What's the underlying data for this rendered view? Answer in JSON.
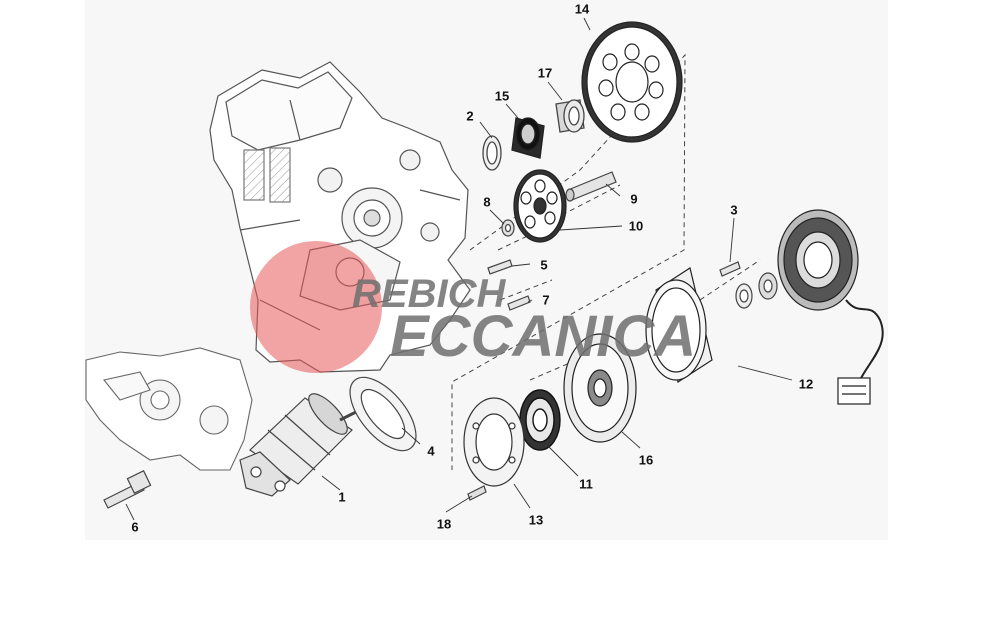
{
  "watermark": {
    "line1": "REBICH",
    "line2": "ECCANICA",
    "circle_color": "#e85a5a",
    "text_color": "#6f6f6f"
  },
  "callouts": [
    {
      "id": "1",
      "part": "starter-motor"
    },
    {
      "id": "2",
      "part": "washer"
    },
    {
      "id": "3",
      "part": "bolt"
    },
    {
      "id": "4",
      "part": "gasket"
    },
    {
      "id": "5",
      "part": "bolt"
    },
    {
      "id": "6",
      "part": "bolt"
    },
    {
      "id": "7",
      "part": "bolt"
    },
    {
      "id": "8",
      "part": "nut"
    },
    {
      "id": "9",
      "part": "shaft"
    },
    {
      "id": "10",
      "part": "idler-gear"
    },
    {
      "id": "11",
      "part": "freewheel-clutch"
    },
    {
      "id": "12",
      "part": "stator"
    },
    {
      "id": "13",
      "part": "plate"
    },
    {
      "id": "14",
      "part": "starter-ring-gear"
    },
    {
      "id": "15",
      "part": "needle-bearing"
    },
    {
      "id": "16",
      "part": "flywheel-hub"
    },
    {
      "id": "17",
      "part": "bushing"
    },
    {
      "id": "18",
      "part": "screw"
    }
  ]
}
